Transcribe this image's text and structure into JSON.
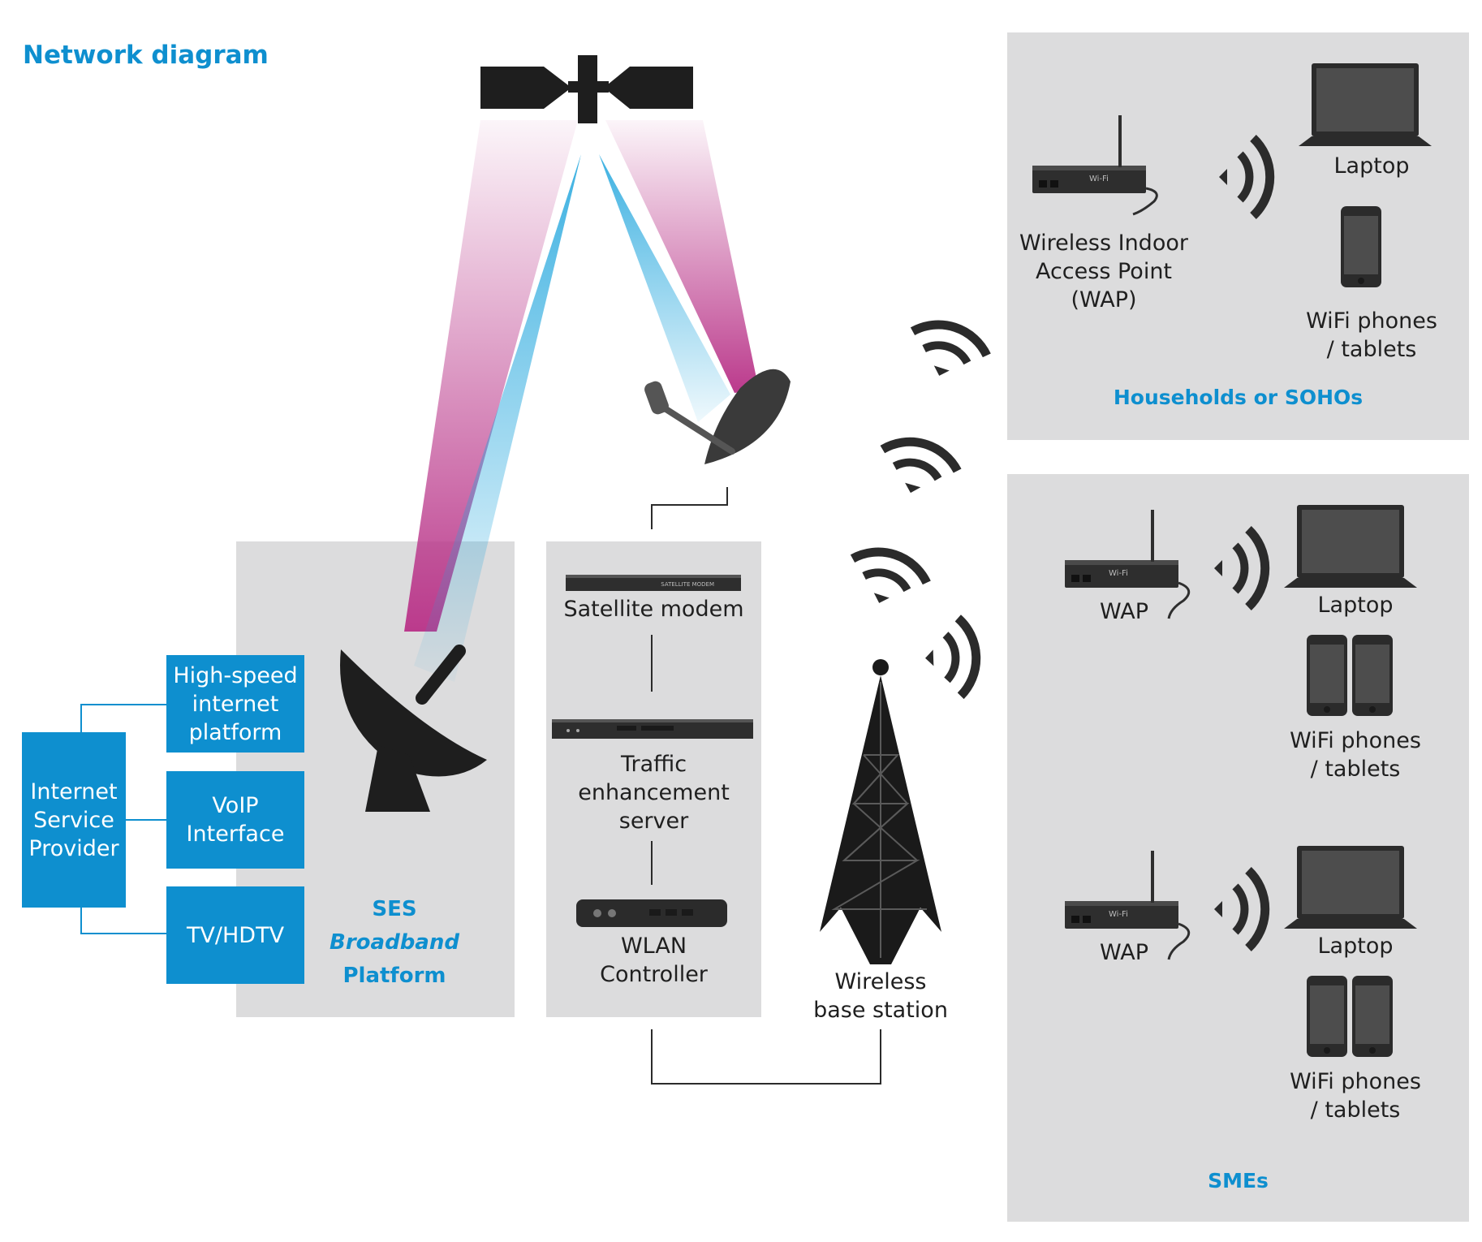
{
  "title": "Network diagram",
  "isp": {
    "label": "Internet\nService\nProvider",
    "services": [
      "High-speed\ninternet\nplatform",
      "VoIP\nInterface",
      "TV/HDTV"
    ]
  },
  "ses": {
    "line1": "SES",
    "line2": "Broadband",
    "line3": "Platform"
  },
  "ground_station": {
    "modem": "Satellite modem",
    "modem_badge": "SATELLITE MODEM",
    "traffic": "Traffic\nenhancement\nserver",
    "wlan": "WLAN\nController"
  },
  "base_station": "Wireless\nbase station",
  "households": {
    "title": "Households or SOHOs",
    "wap": "Wireless Indoor\nAccess Point\n(WAP)",
    "laptop": "Laptop",
    "phones": "WiFi phones\n/ tablets"
  },
  "smes": {
    "title": "SMEs",
    "units": [
      {
        "wap": "WAP",
        "laptop": "Laptop",
        "phones": "WiFi phones\n/ tablets"
      },
      {
        "wap": "WAP",
        "laptop": "Laptop",
        "phones": "WiFi phones\n/ tablets"
      }
    ]
  },
  "router_badge": "Wi-Fi",
  "colors": {
    "accent_blue": "#0e8fcf",
    "beam_magenta": "#c0408f",
    "beam_cyan": "#1aa3dc",
    "panel_gray": "#dcdcdd",
    "device_dark": "#2b2b2b"
  },
  "icons": [
    "satellite-icon",
    "satellite-dish-icon",
    "wifi-signal-icon",
    "router-icon",
    "laptop-icon",
    "phone-icon",
    "cell-tower-icon"
  ]
}
